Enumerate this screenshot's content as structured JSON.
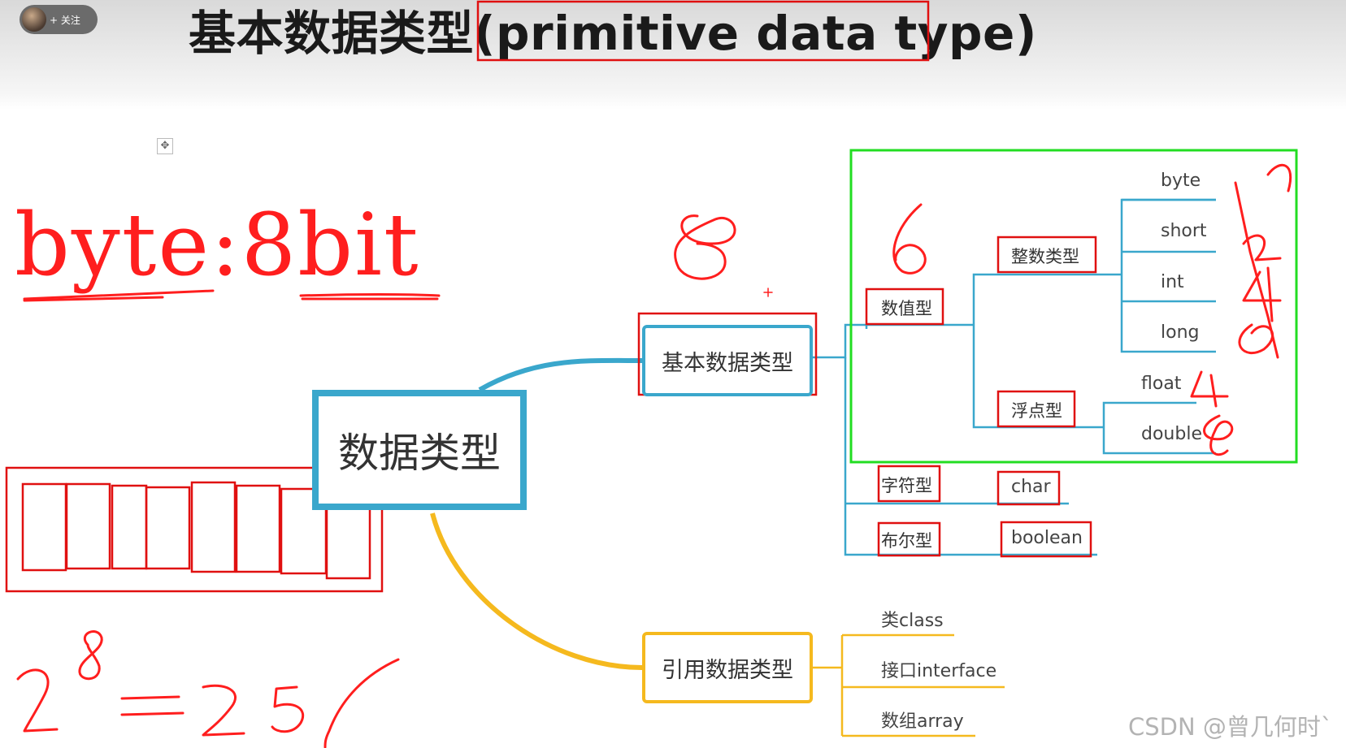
{
  "header": {
    "follow_label": "+ 关注",
    "title": "基本数据类型(primitive data type)"
  },
  "mindmap": {
    "root": "数据类型",
    "primitive": {
      "label": "基本数据类型",
      "numeric": {
        "label": "数值型",
        "integer": {
          "label": "整数类型",
          "items": [
            "byte",
            "short",
            "int",
            "long"
          ]
        },
        "floating": {
          "label": "浮点型",
          "items": [
            "float",
            "double"
          ]
        }
      },
      "character": {
        "label": "字符型",
        "item": "char"
      },
      "boolean": {
        "label": "布尔型",
        "item": "boolean"
      }
    },
    "reference": {
      "label": "引用数据类型",
      "items": [
        "类class",
        "接口interface",
        "数组array"
      ]
    }
  },
  "annotations": {
    "byte_size": "byte:8bit"
  },
  "watermark": "CSDN @曾几何时`",
  "colors": {
    "primitive_branch": "#3aa7cc",
    "reference_branch": "#f5b91e",
    "annotation_red": "#ff1e1e",
    "highlight_green": "#22dd22"
  }
}
